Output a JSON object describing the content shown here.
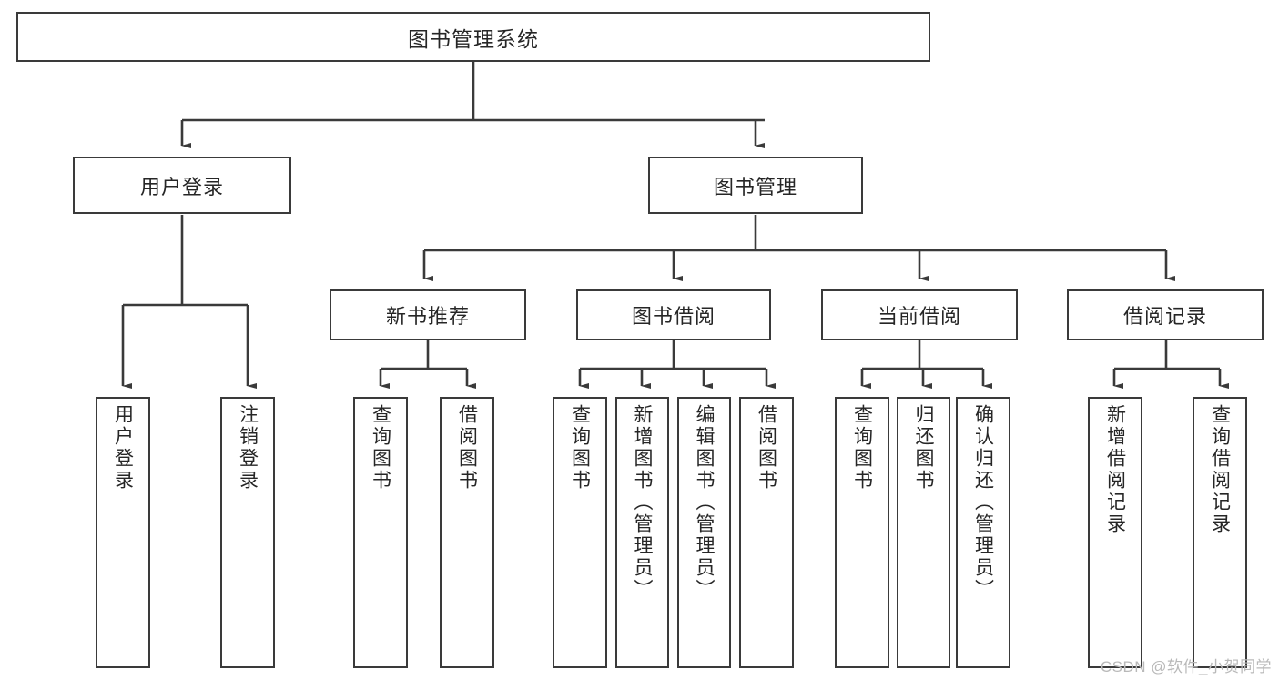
{
  "diagram": {
    "title": "图书管理系统",
    "watermark": "CSDN @软件_小贺同学",
    "stroke_color": "#3a3a3a",
    "text_color": "#262626",
    "background": "#ffffff",
    "level2": [
      {
        "label": "用户登录"
      },
      {
        "label": "图书管理"
      }
    ],
    "level3": [
      {
        "label": "新书推荐"
      },
      {
        "label": "图书借阅"
      },
      {
        "label": "当前借阅"
      },
      {
        "label": "借阅记录"
      }
    ],
    "leaves": {
      "user_login": [
        {
          "label": "用户登录"
        },
        {
          "label": "注销登录"
        }
      ],
      "new_book_recommend": [
        {
          "label": "查询图书"
        },
        {
          "label": "借阅图书"
        }
      ],
      "book_borrow": [
        {
          "label": "查询图书"
        },
        {
          "label": "新增图书（管理员）"
        },
        {
          "label": "编辑图书（管理员）"
        },
        {
          "label": "借阅图书"
        }
      ],
      "current_borrow": [
        {
          "label": "查询图书"
        },
        {
          "label": "归还图书"
        },
        {
          "label": "确认归还（管理员）"
        }
      ],
      "borrow_record": [
        {
          "label": "新增借阅记录"
        },
        {
          "label": "查询借阅记录"
        }
      ]
    }
  }
}
